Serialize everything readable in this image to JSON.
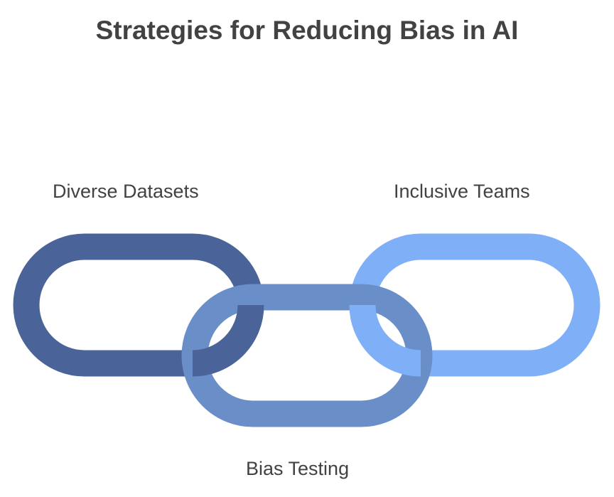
{
  "title": "Strategies for Reducing Bias in AI",
  "links": [
    {
      "label": "Diverse Datasets",
      "color": "#4a6499",
      "position": "top-left"
    },
    {
      "label": "Bias Testing",
      "color": "#6a8ec8",
      "position": "bottom-center"
    },
    {
      "label": "Inclusive Teams",
      "color": "#7fb0f7",
      "position": "top-right"
    }
  ]
}
